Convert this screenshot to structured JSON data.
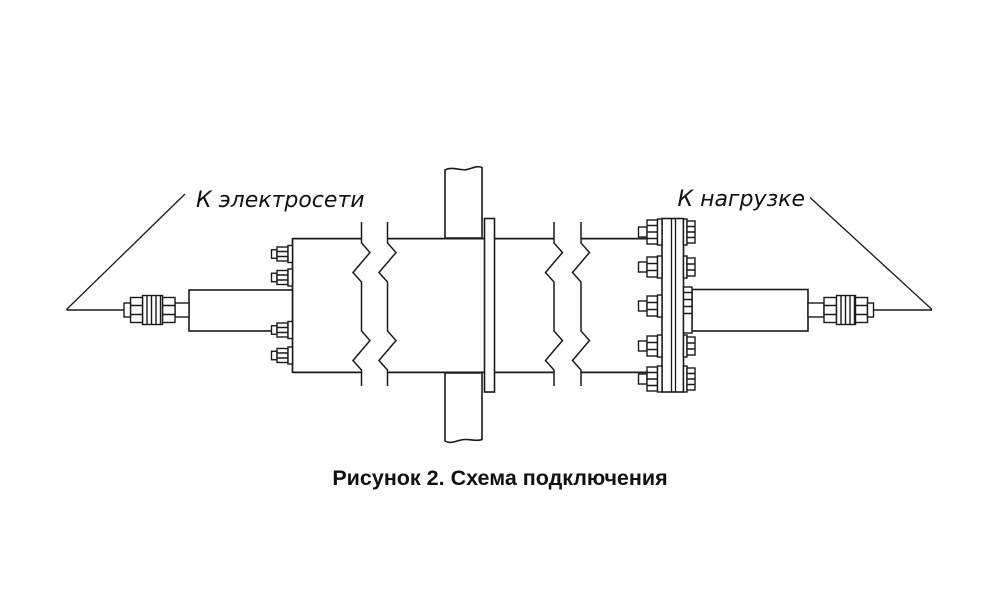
{
  "figure": {
    "annotation_left": "К электросети",
    "annotation_right": "К нагрузке",
    "caption": "Рисунок 2. Схема подключения"
  },
  "colors": {
    "line": "#1a1a1a",
    "background": "#ffffff"
  }
}
